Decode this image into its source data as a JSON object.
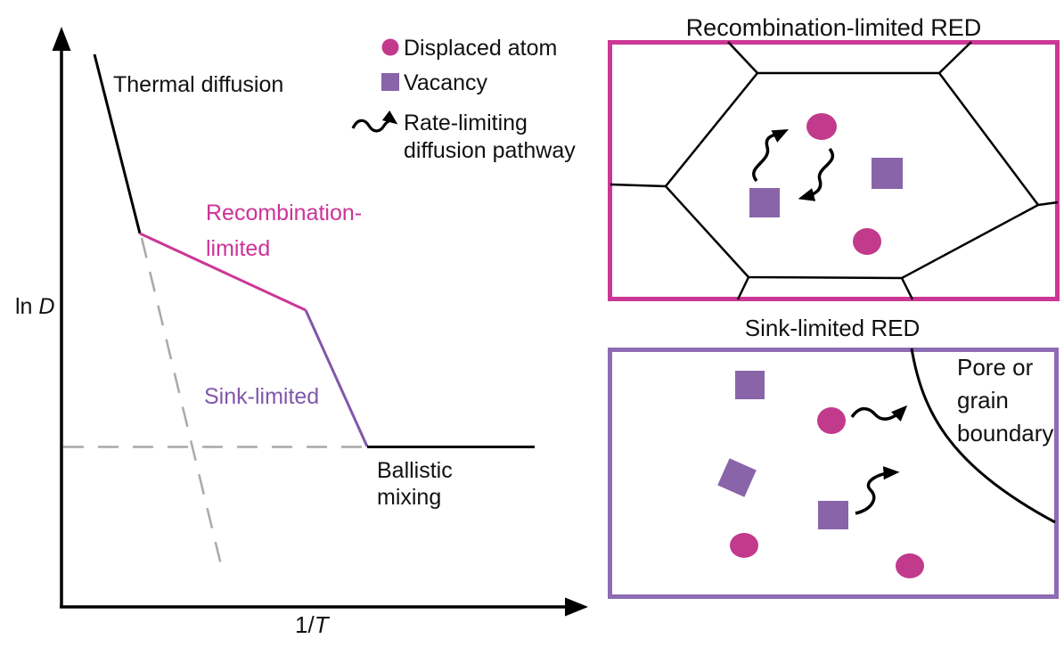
{
  "figure": {
    "topic": "Radiation-enhanced diffusion (RED) regimes schematic"
  },
  "colors": {
    "pink_fill": "#c23a8c",
    "pink_stroke": "#cc3795",
    "pink_text": "#cc3399",
    "purple_fill": "#8a64a9",
    "purple_stroke": "#8057ab",
    "purple_border": "#8d6cb4",
    "gray_dash": "#a9a9a9",
    "line_black": "#000000"
  },
  "plot": {
    "y_axis": {
      "prefix": "ln ",
      "variable": "D"
    },
    "x_axis": {
      "prefix": "1/",
      "variable": "T"
    },
    "regions": {
      "thermal": "Thermal diffusion",
      "recombination": [
        "Recombination-",
        "limited"
      ],
      "sink": "Sink-limited",
      "ballistic": [
        "Ballistic",
        "mixing"
      ]
    },
    "curve_segments": [
      {
        "name": "thermal-diffusion",
        "color": "#000000",
        "style": "solid"
      },
      {
        "name": "recombination-limited",
        "color": "#cc3795",
        "style": "solid"
      },
      {
        "name": "sink-limited",
        "color": "#8057ab",
        "style": "solid"
      },
      {
        "name": "ballistic-mixing",
        "color": "#000000",
        "style": "solid"
      },
      {
        "name": "thermal-extrapolation",
        "color": "#a9a9a9",
        "style": "dashed"
      },
      {
        "name": "ballistic-level",
        "color": "#a9a9a9",
        "style": "dashed"
      }
    ]
  },
  "legend": {
    "displaced_atom": "Displaced atom",
    "vacancy": "Vacancy",
    "rate_limiting": [
      "Rate-limiting",
      "diffusion pathway"
    ]
  },
  "panel_recombination": {
    "title": "Recombination-limited RED",
    "contents": "hexagonal grain with 2 displaced atoms, 2 vacancies, 2 wavy recombination arrows"
  },
  "panel_sink": {
    "title": "Sink-limited RED",
    "annotation": [
      "Pore or",
      "grain",
      "boundary"
    ],
    "contents": "3 vacancies, 3 displaced atoms, 2 wavy arrows toward pore/grain boundary curve"
  }
}
